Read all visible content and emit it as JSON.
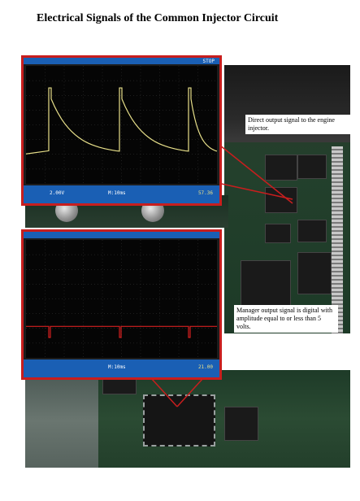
{
  "page": {
    "title": "Electrical Signals of the Common Injector Circuit"
  },
  "callouts": {
    "injector_signal": "Direct output signal to the engine injector.",
    "manager_signal": "Manager output signal is digital with amplitude equal to or less than 5 volts."
  },
  "scope_top": {
    "status_right": "STOP",
    "time_base": "M:10ms",
    "scale_label": "2.00V",
    "readout": "57.36"
  },
  "scope_bottom": {
    "time_base": "M:10ms",
    "readout": "21.00"
  },
  "colors": {
    "accent_red": "#c81e1e",
    "scope_blue": "#1a5fb4",
    "trace_yellow": "#e8e08a",
    "trace_red": "#d42020"
  }
}
